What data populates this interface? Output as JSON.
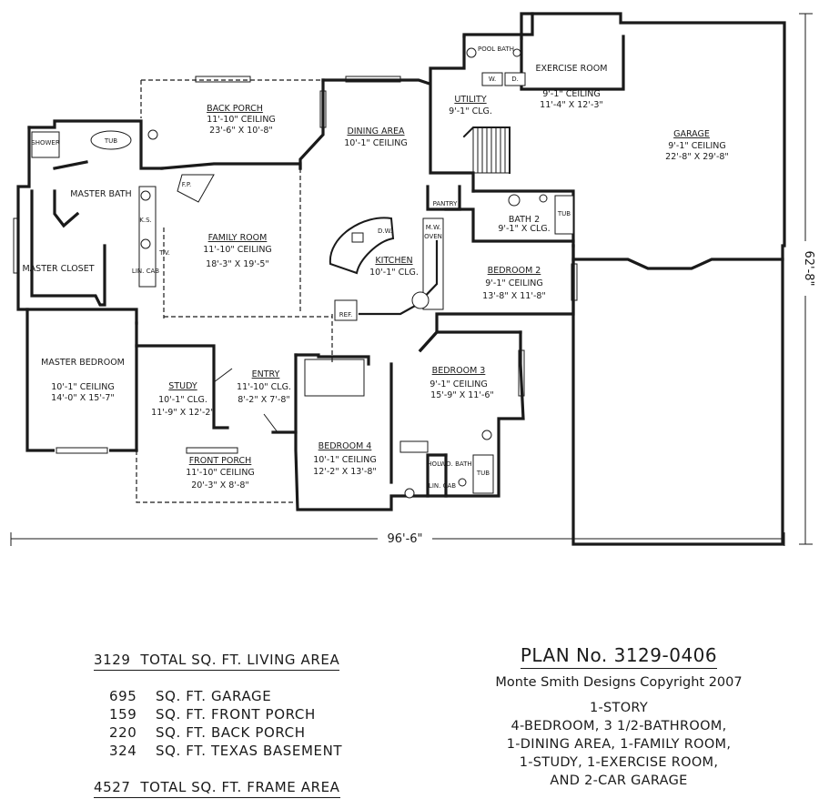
{
  "rooms": [
    {
      "id": "back-porch",
      "name": "BACK PORCH",
      "lines": [
        "11'-10\" CEILING",
        "23'-6\" X 10'-8\""
      ]
    },
    {
      "id": "dining-area",
      "name": "DINING AREA",
      "lines": [
        "10'-1\" CEILING"
      ]
    },
    {
      "id": "utility",
      "name": "UTILITY",
      "lines": [
        "9'-1\" CLG."
      ]
    },
    {
      "id": "exercise-room",
      "name": "EXERCISE ROOM",
      "lines": [
        "9'-1\" CEILING",
        "11'-4\" X 12'-3\""
      ]
    },
    {
      "id": "garage",
      "name": "GARAGE",
      "lines": [
        "9'-1\" CEILING",
        "22'-8\" X 29'-8\""
      ]
    },
    {
      "id": "pool-bath",
      "name": "POOL BATH",
      "lines": []
    },
    {
      "id": "master-bath",
      "name": "MASTER BATH",
      "lines": []
    },
    {
      "id": "master-closet",
      "name": "MASTER CLOSET",
      "lines": []
    },
    {
      "id": "family-room",
      "name": "FAMILY ROOM",
      "lines": [
        "11'-10\" CEILING",
        "18'-3\" X 19'-5\""
      ]
    },
    {
      "id": "kitchen",
      "name": "KITCHEN",
      "lines": [
        "10'-1\" CLG."
      ]
    },
    {
      "id": "bath-2",
      "name": "BATH 2",
      "lines": [
        "9'-1\" X CLG."
      ]
    },
    {
      "id": "bedroom-2",
      "name": "BEDROOM 2",
      "lines": [
        "9'-1\" CEILING",
        "13'-8\" X 11'-8\""
      ]
    },
    {
      "id": "master-bedroom",
      "name": "MASTER BEDROOM",
      "lines": [
        "10'-1\" CEILING",
        "14'-0\" X 15'-7\""
      ]
    },
    {
      "id": "study",
      "name": "STUDY",
      "lines": [
        "10'-1\" CLG.",
        "11'-9\" X 12'-2\""
      ]
    },
    {
      "id": "entry",
      "name": "ENTRY",
      "lines": [
        "11'-10\" CLG.",
        "8'-2\" X 7'-8\""
      ]
    },
    {
      "id": "bedroom-3",
      "name": "BEDROOM 3",
      "lines": [
        "9'-1\" CEILING",
        "15'-9\" X 11'-6\""
      ]
    },
    {
      "id": "bedroom-4",
      "name": "BEDROOM 4",
      "lines": [
        "10'-1\" CEILING",
        "12'-2\" X 13'-8\""
      ]
    },
    {
      "id": "front-porch",
      "name": "FRONT PORCH",
      "lines": [
        "11'-10\" CEILING",
        "20'-3\" X 8'-8\""
      ]
    },
    {
      "id": "holwd-bath",
      "name": "HOLWD. BATH",
      "lines": []
    }
  ],
  "fixture_labels": {
    "shower": "SHOWER",
    "tub": "TUB",
    "fp": "F.P.",
    "ks": "K.S.",
    "tv": "T.V.",
    "lincab": "LIN. CAB",
    "dw": "D.W.",
    "mw": "M.W.",
    "oven": "OVEN",
    "pantry": "PANTRY",
    "ref": "REF.",
    "w": "W.",
    "d": "D.",
    "lincab2": "LIN. CAB"
  },
  "dimensions": {
    "width": "96'-6\"",
    "depth": "62'-8\""
  },
  "summary": {
    "living_area": {
      "value": "3129",
      "label": "TOTAL SQ. FT. LIVING AREA"
    },
    "items": [
      {
        "value": "695",
        "label": "SQ. FT. GARAGE"
      },
      {
        "value": "159",
        "label": "SQ. FT. FRONT PORCH"
      },
      {
        "value": "220",
        "label": "SQ. FT. BACK PORCH"
      },
      {
        "value": "324",
        "label": "SQ. FT. TEXAS BASEMENT"
      }
    ],
    "frame_area": {
      "value": "4527",
      "label": "TOTAL SQ. FT. FRAME AREA"
    }
  },
  "plan_info": {
    "plan_number": "PLAN No. 3129-0406",
    "copyright": "Monte Smith Designs Copyright 2007",
    "features": [
      "1-STORY",
      "4-BEDROOM, 3 1/2-BATHROOM,",
      "1-DINING AREA, 1-FAMILY ROOM,",
      "1-STUDY, 1-EXERCISE ROOM,",
      "AND 2-CAR GARAGE"
    ]
  }
}
